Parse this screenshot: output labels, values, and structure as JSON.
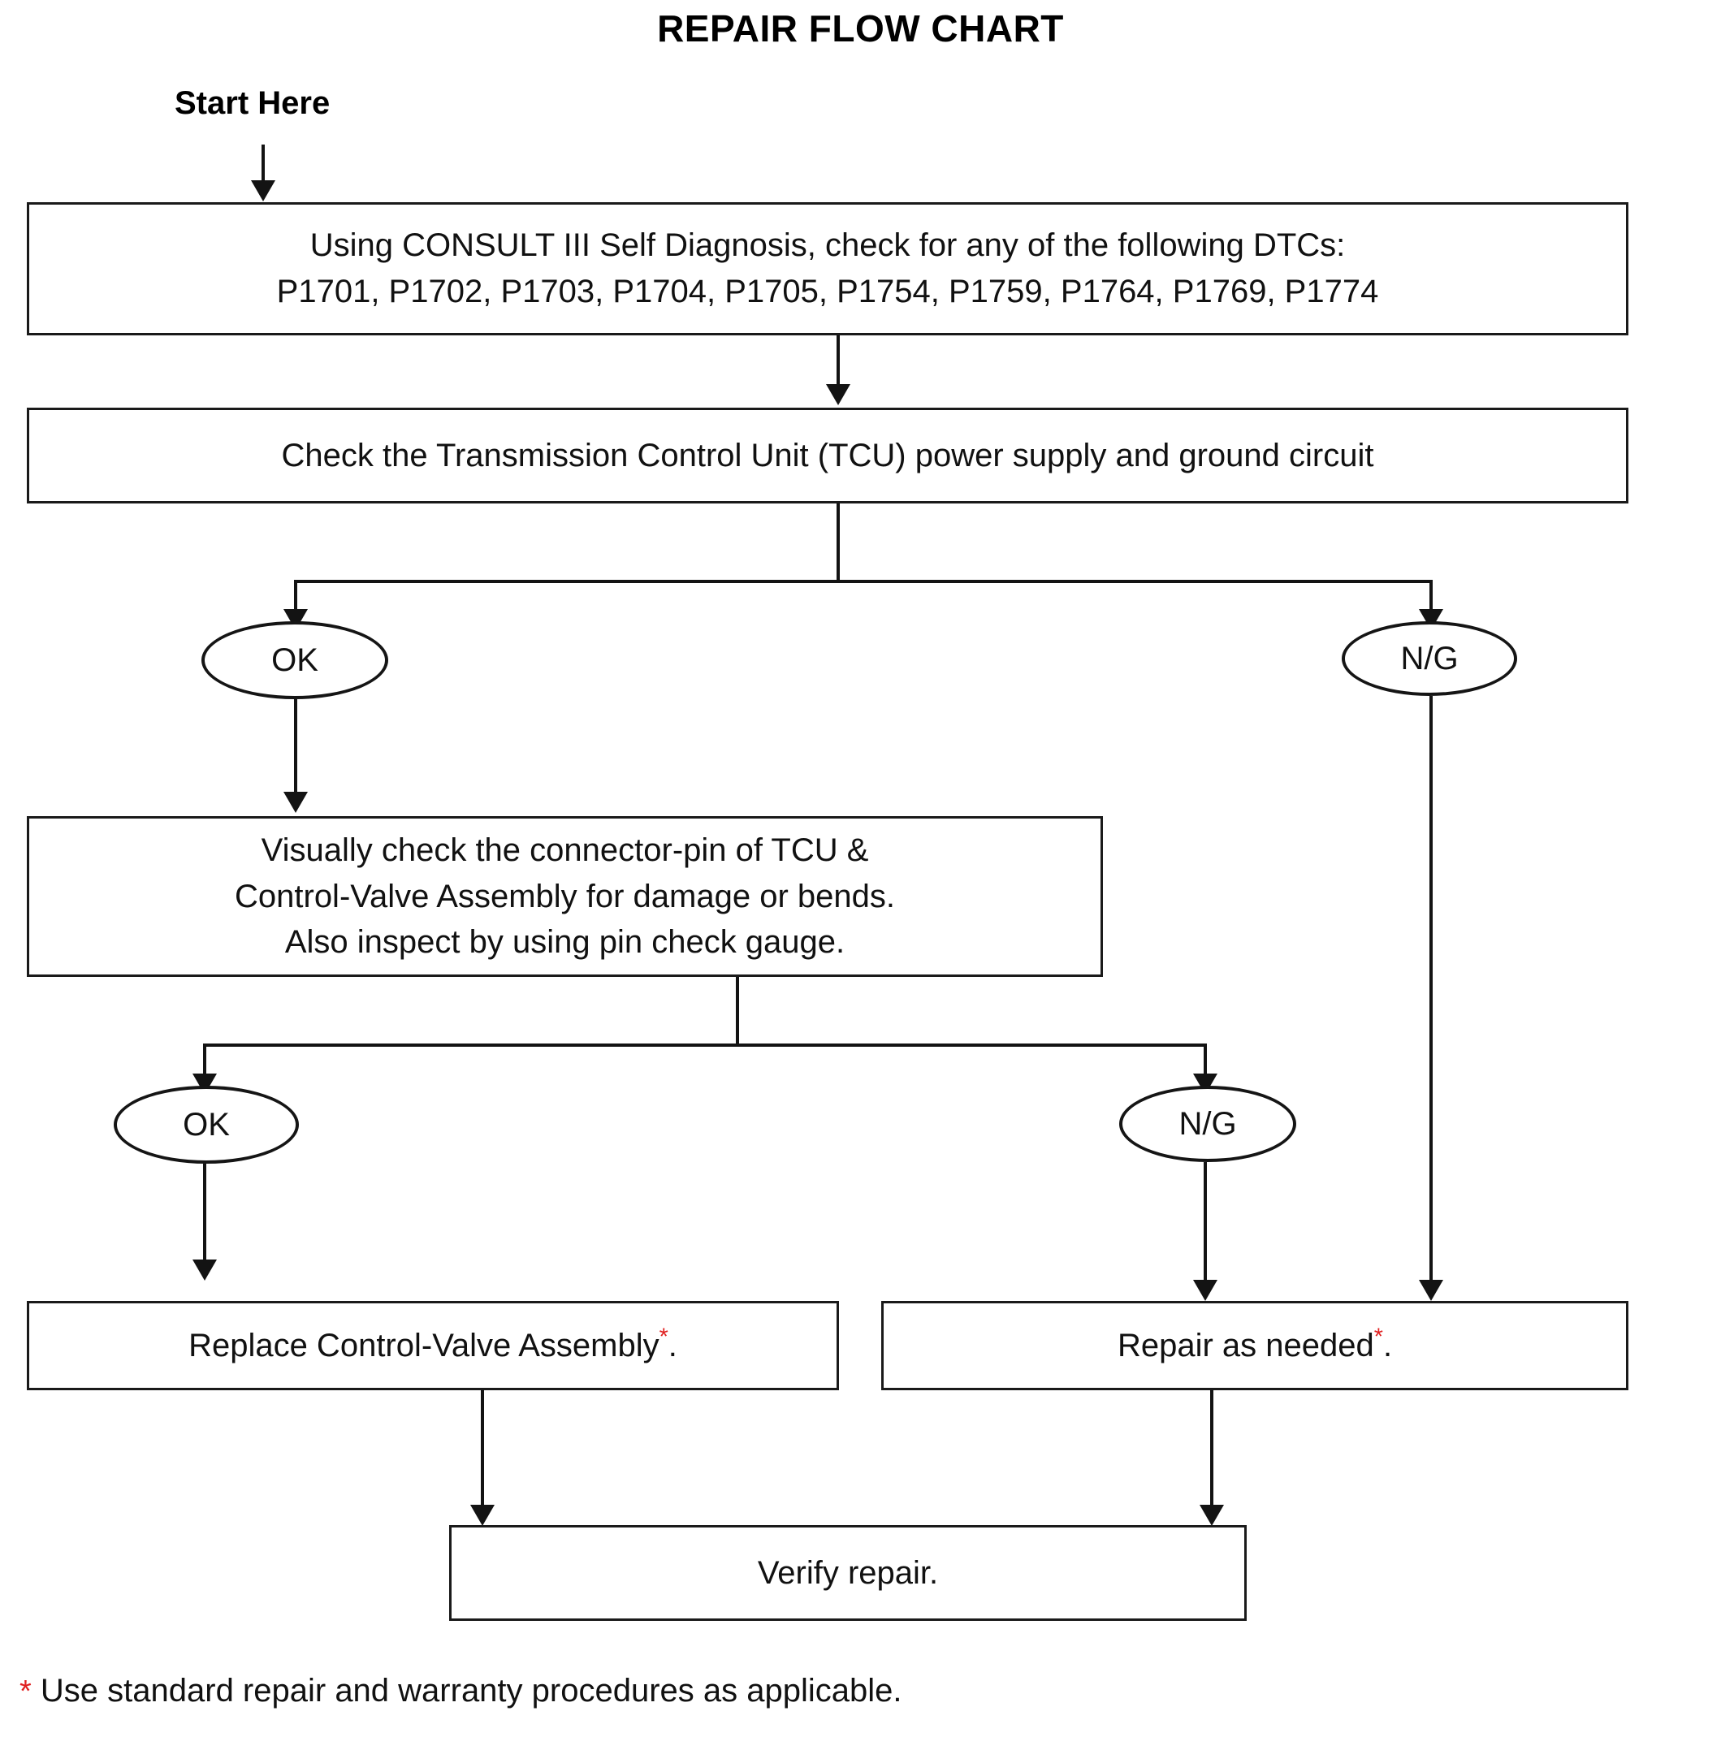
{
  "title": "REPAIR FLOW CHART",
  "start_label": "Start Here",
  "nodes": {
    "dtc_check": {
      "line1": "Using CONSULT III Self Diagnosis, check for any of the following DTCs:",
      "line2": "P1701, P1702, P1703, P1704, P1705, P1754, P1759, P1764, P1769, P1774"
    },
    "tcu_power": {
      "line1": "Check the Transmission Control Unit (TCU) power supply and ground circuit"
    },
    "visual_check": {
      "line1": "Visually check the connector-pin of TCU &",
      "line2": "Control-Valve Assembly for damage or bends.",
      "line3": "Also inspect by using pin check gauge."
    },
    "replace_valve": {
      "text": "Replace Control-Valve Assembly",
      "asterisk": "*",
      "period": "."
    },
    "repair_needed": {
      "text": "Repair as needed",
      "asterisk": "*",
      "period": "."
    },
    "verify_repair": {
      "text": "Verify repair."
    }
  },
  "decisions": {
    "ok_1": "OK",
    "ng_1": "N/G",
    "ok_2": "OK",
    "ng_2": "N/G"
  },
  "footnote": {
    "asterisk": "*",
    "text": " Use standard repair and warranty procedures as applicable."
  },
  "colors": {
    "stroke": "#131313",
    "asterisk_red": "#e02020",
    "background": "#ffffff"
  },
  "dtc_codes": [
    "P1701",
    "P1702",
    "P1703",
    "P1704",
    "P1705",
    "P1754",
    "P1759",
    "P1764",
    "P1769",
    "P1774"
  ]
}
